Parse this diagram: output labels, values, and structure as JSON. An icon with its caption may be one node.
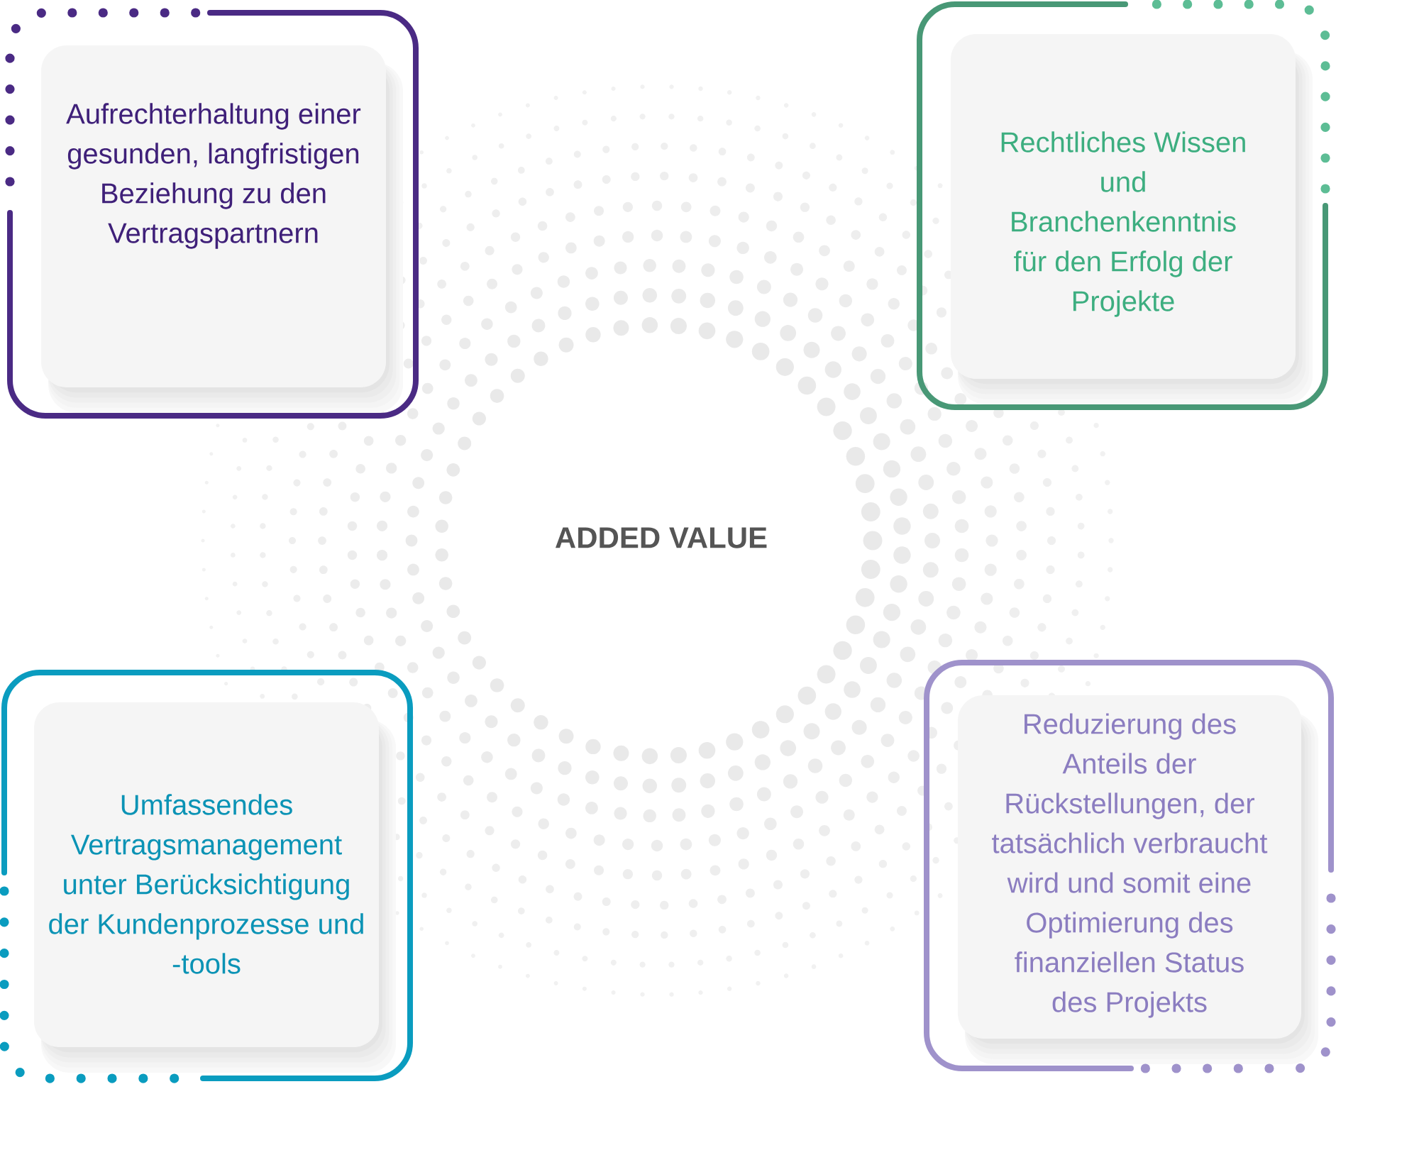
{
  "diagram": {
    "nodes": [
      {
        "text": [
          "Aufrechterhaltung einer gesunden, langfristigen Beziehung zu den Vertragspartnern"
        ]
      },
      {
        "text": [
          "Rechtliches Wissen und Branchenkenntnis für den Erfolg der Projekte"
        ]
      },
      {
        "text": [
          "ADDED VALUE"
        ]
      },
      {
        "text": [
          "Umfassendes Vertragsmanagement unter Berücksichtigung der Kundenprozesse und -tools"
        ]
      },
      {
        "text": [
          "Reduzierung des Anteils der Rückstellungen, der tatsächlich verbraucht wird und somit eine Optimierung des finanziellen Status des Projekts"
        ]
      }
    ]
  }
}
